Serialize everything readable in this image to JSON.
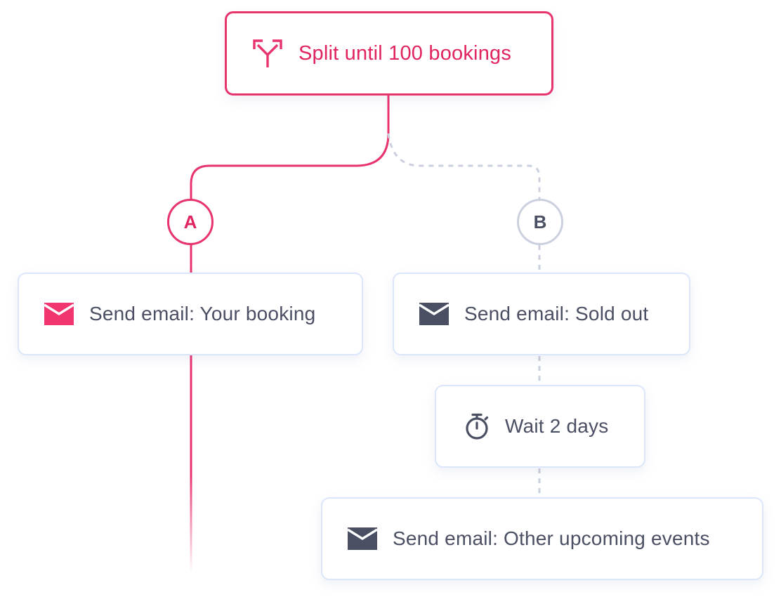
{
  "split": {
    "label": "Split until 100 bookings",
    "icon": "split-arrows-icon"
  },
  "branches": [
    {
      "label": "A",
      "active": true,
      "steps": [
        {
          "type": "email",
          "label": "Send email: Your booking",
          "icon": "envelope-icon"
        }
      ]
    },
    {
      "label": "B",
      "active": false,
      "steps": [
        {
          "type": "email",
          "label": "Send email: Sold out",
          "icon": "envelope-icon"
        },
        {
          "type": "wait",
          "label": "Wait 2 days",
          "icon": "stopwatch-icon"
        },
        {
          "type": "email",
          "label": "Send email: Other upcoming events",
          "icon": "envelope-icon"
        }
      ]
    }
  ],
  "colors": {
    "accent": "#e8336d",
    "accent_text": "#e0245e",
    "text": "#4a4f63",
    "node_border": "#dbe5fb",
    "inactive_connector": "#cbd0df"
  }
}
